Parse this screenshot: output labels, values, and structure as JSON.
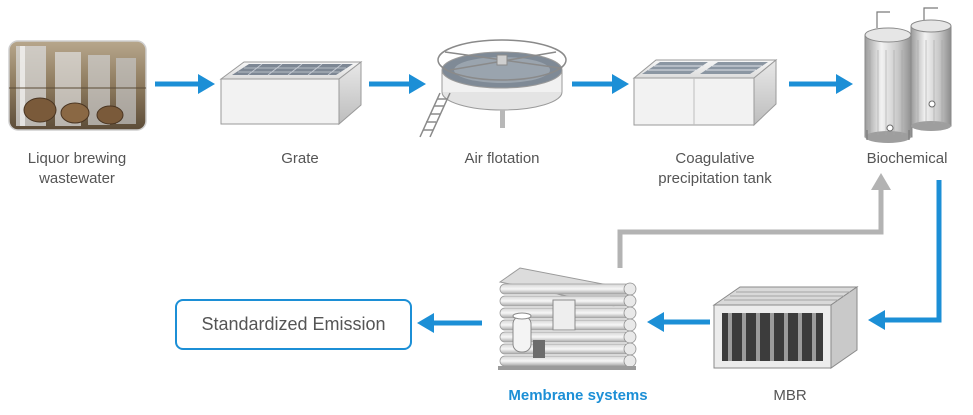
{
  "nodes": {
    "wastewater": {
      "line1": "Liquor brewing",
      "line2": "wastewater"
    },
    "grate": {
      "label": "Grate"
    },
    "air_flotation": {
      "label": "Air flotation"
    },
    "coagulative": {
      "line1": "Coagulative",
      "line2": "precipitation tank"
    },
    "biochemical": {
      "label": "Biochemical"
    },
    "mbr": {
      "label": "MBR"
    },
    "membrane": {
      "label": "Membrane systems"
    },
    "emission": {
      "label": "Standardized Emission"
    }
  },
  "colors": {
    "flow_arrow": "#1c8fd6",
    "return_arrow": "#b3b3b3",
    "highlight_label": "#1c8fd6",
    "label_text": "#555555"
  },
  "icons": {
    "wastewater": "brewery-tanks-photo",
    "grate": "grate-tank-icon",
    "air_flotation": "flotation-tank-icon",
    "coagulative": "precipitation-tank-icon",
    "biochemical": "biochemical-towers-icon",
    "mbr": "mbr-module-icon",
    "membrane": "membrane-system-icon"
  }
}
